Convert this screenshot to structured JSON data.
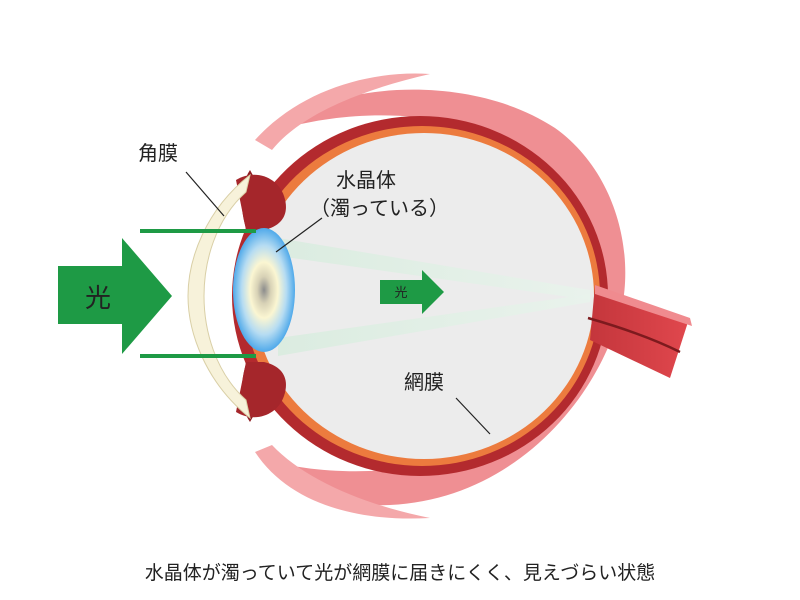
{
  "labels": {
    "cornea": "角膜",
    "lens": "水晶体",
    "lens_note": "（濁っている）",
    "retina": "網膜",
    "light_big": "光",
    "light_small": "光"
  },
  "caption": "水晶体が濁っていて光が網膜に届きにくく、見えづらい状態",
  "colors": {
    "arrow_green": "#1e9a45",
    "sclera_pink": "#ef8f93",
    "choroid_red": "#b32a2e",
    "retina_orange": "#ec7b3e",
    "vitreous_gray": "#ececec",
    "lens_blue": "#5fb4ee",
    "cornea_cream": "#f7f2da"
  }
}
